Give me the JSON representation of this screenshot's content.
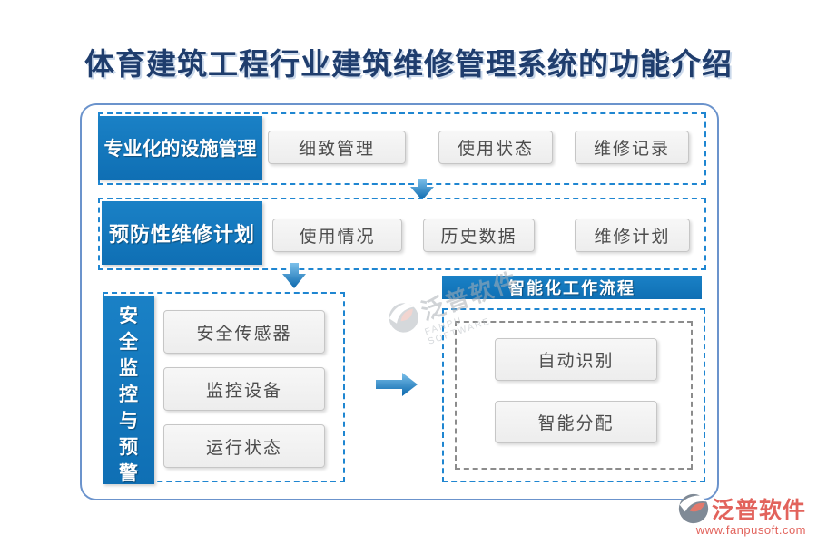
{
  "title": "体育建筑工程行业建筑维修管理系统的功能介绍",
  "colors": {
    "primary_blue": "#1176bd",
    "dash_blue": "#1f86d1",
    "container_border": "#6b93cc",
    "gray_dash": "#8c8c8c",
    "button_bg": "#f1f1f1",
    "button_text": "#4d4d4d",
    "title_color": "#1f3d6d",
    "logo_red": "#e2635c"
  },
  "sections": [
    {
      "id": "facility",
      "label": "专业化的设施管理",
      "items": [
        "细致管理",
        "使用状态",
        "维修记录"
      ]
    },
    {
      "id": "preventive",
      "label": "预防性维修计划",
      "items": [
        "使用情况",
        "历史数据",
        "维修计划"
      ]
    },
    {
      "id": "safety",
      "label": "安全监控与预警",
      "items": [
        "安全传感器",
        "监控设备",
        "运行状态"
      ]
    },
    {
      "id": "workflow",
      "label": "智能化工作流程",
      "items": [
        "自动识别",
        "智能分配"
      ]
    }
  ],
  "icons": {
    "down_arrow_1": "down-arrow",
    "down_arrow_2": "down-arrow",
    "right_arrow": "right-arrow"
  },
  "watermark": {
    "text": "泛普软件",
    "subtext": "FANPU SOFTWARE"
  },
  "footer": {
    "brand": "泛普软件",
    "url": "www.fanpusoft.com"
  }
}
